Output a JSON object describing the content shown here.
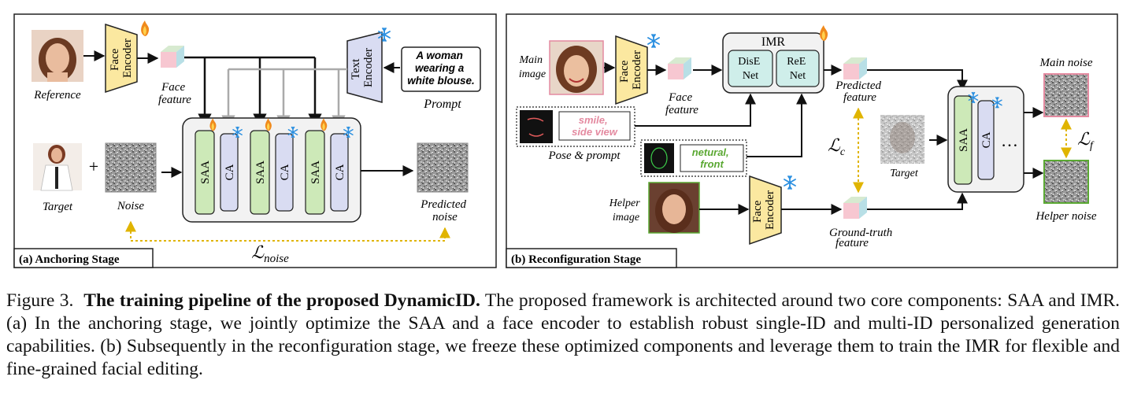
{
  "panel_a": {
    "stage_label": "(a) Anchoring Stage",
    "reference_label": "Reference",
    "face_encoder_line1": "Face",
    "face_encoder_line2": "Encoder",
    "face_feature_line1": "Face",
    "face_feature_line2": "feature",
    "text_encoder_line1": "Text",
    "text_encoder_line2": "Encoder",
    "prompt_line1": "A woman",
    "prompt_line2": "wearing a",
    "prompt_line3": "white blouse.",
    "prompt_label": "Prompt",
    "target_label": "Target",
    "plus_sign": "+",
    "noise_label": "Noise",
    "saa_label": "SAA",
    "ca_label": "CA",
    "predicted_line1": "Predicted",
    "predicted_line2": "noise",
    "loss_symbol": "ℒ",
    "loss_subscript": "noise"
  },
  "panel_b": {
    "stage_label": "(b) Reconfiguration Stage",
    "main_image_line1": "Main",
    "main_image_line2": "image",
    "face_encoder_line1": "Face",
    "face_encoder_line2": "Encoder",
    "face_feature_line1": "Face",
    "face_feature_line2": "feature",
    "imr_title": "IMR",
    "dise_line1": "DisE",
    "dise_line2": "Net",
    "ree_line1": "ReE",
    "ree_line2": "Net",
    "predicted_feature_line1": "Predicted",
    "predicted_feature_line2": "feature",
    "prompt1_line1": "smile,",
    "prompt1_line2": "side view",
    "pose_prompt_label": "Pose & prompt",
    "prompt2_line1": "netural,",
    "prompt2_line2": "front",
    "loss_c_symbol": "ℒ",
    "loss_c_subscript": "c",
    "target_label": "Target",
    "helper_image_line1": "Helper",
    "helper_image_line2": "image",
    "gt_feature_line1": "Ground-truth",
    "gt_feature_line2": "feature",
    "saa_label": "SAA",
    "ca_label": "CA",
    "ellipsis": "…",
    "main_noise_label": "Main noise",
    "helper_noise_label": "Helper noise",
    "loss_f_symbol": "ℒ",
    "loss_f_subscript": "f"
  },
  "colors": {
    "encoder_fill": "#fbe8a0",
    "text_encoder_fill": "#d9dcf2",
    "saa_fill": "#cde9b8",
    "ca_fill": "#d9dcf2",
    "imr_module_fill": "#cfeeea",
    "dashed_loss": "#e0b400",
    "gray_arrow": "#aaaaaa",
    "prompt_pink": "#e48aa0",
    "prompt_green": "#5aa832"
  },
  "caption": {
    "figure_label": "Figure 3.",
    "title": "The training pipeline of the proposed DynamicID.",
    "body": "The proposed framework is architected around two core components: SAA and IMR. (a) In the anchoring stage, we jointly optimize the SAA and a face encoder to establish robust single-ID and multi-ID personalized generation capabilities. (b) Subsequently in the reconfiguration stage, we freeze these optimized components and leverage them to train the IMR for flexible and fine-grained facial editing."
  }
}
